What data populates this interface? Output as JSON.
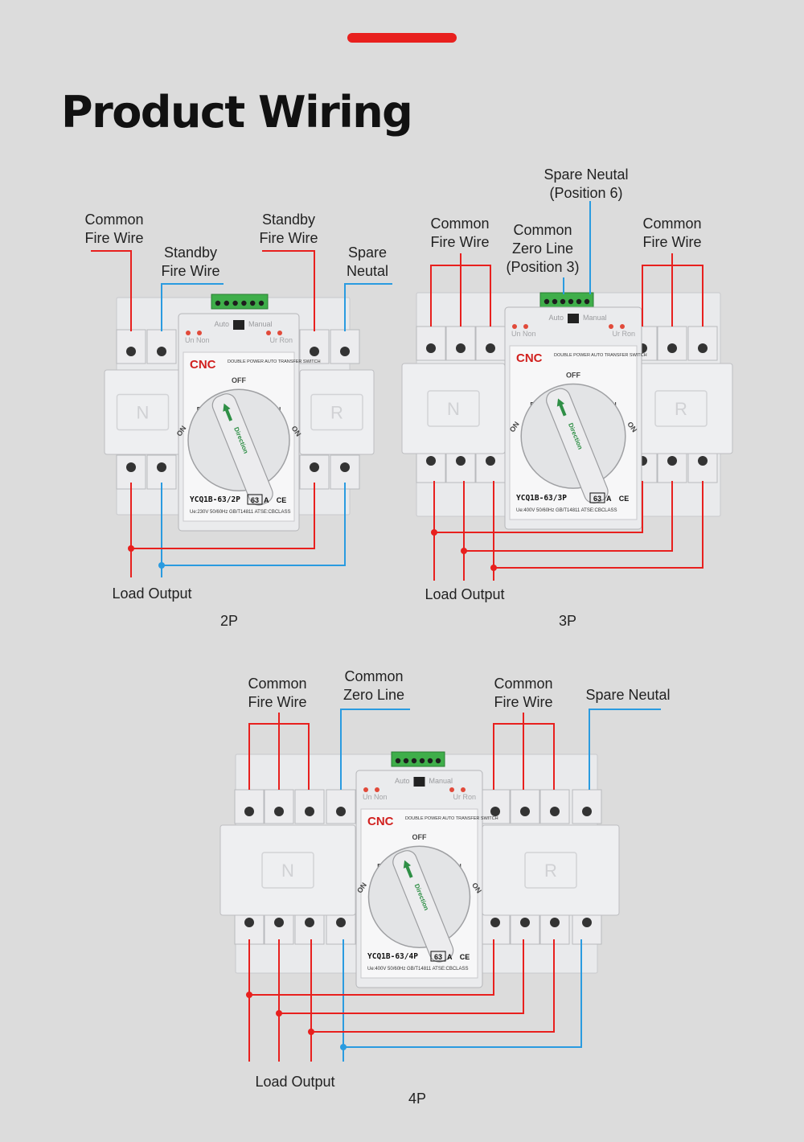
{
  "page": {
    "accent_red": "#e8201e",
    "wire_red": "#e8201e",
    "wire_blue": "#2a9be0",
    "title": "Product Wiring"
  },
  "diagrams": {
    "p2": {
      "caption": "2P",
      "labels": {
        "common_fire": [
          "Common",
          "Fire Wire"
        ],
        "standby_fire_left": [
          "Standby",
          "Fire Wire"
        ],
        "standby_fire_right": [
          "Standby",
          "Fire Wire"
        ],
        "spare_neutal": [
          "Spare",
          "Neutal"
        ],
        "load_output": "Load Output"
      },
      "device": {
        "brand": "CNC",
        "subtitle": "DOUBLE POWER AUTO TRANSFER SWITCH",
        "model": "YCQ1B-63/2P",
        "rating": "63",
        "spec": "Ue:230V 50/60Hz GB/T14811 ATSE:CBCLASS"
      }
    },
    "p3": {
      "caption": "3P",
      "labels": {
        "spare_neutal": [
          "Spare Neutal",
          "(Position 6)"
        ],
        "common_fire_left": [
          "Common",
          "Fire Wire"
        ],
        "common_zero": [
          "Common",
          "Zero Line",
          "(Position 3)"
        ],
        "common_fire_right": [
          "Common",
          "Fire Wire"
        ],
        "load_output": "Load Output"
      },
      "device": {
        "brand": "CNC",
        "subtitle": "DOUBLE POWER AUTO TRANSFER SWITCH",
        "model": "YCQ1B-63/3P",
        "rating": "63",
        "spec": "Ue:400V 50/60Hz GB/T14811 ATSE:CBCLASS"
      }
    },
    "p4": {
      "caption": "4P",
      "labels": {
        "common_fire_left": [
          "Common",
          "Fire Wire"
        ],
        "common_zero": [
          "Common",
          "Zero Line"
        ],
        "common_fire_right": [
          "Common",
          "Fire Wire"
        ],
        "spare_neutal": "Spare Neutal",
        "load_output": "Load Output"
      },
      "device": {
        "brand": "CNC",
        "subtitle": "DOUBLE POWER AUTO TRANSFER SWITCH",
        "model": "YCQ1B-63/4P",
        "rating": "63",
        "spec": "Ue:400V 50/60Hz GB/T14811 ATSE:CBCLASS"
      }
    },
    "common_device_text": {
      "auto": "Auto",
      "manual": "Manual",
      "un_non": "Un Non",
      "ur_ron": "Ur Ron",
      "off": "OFF",
      "on": "ON",
      "r": "R",
      "n": "N",
      "direction": "Direction",
      "ce": "CE",
      "unit": "A",
      "panel_n": "N",
      "panel_r": "R"
    }
  }
}
